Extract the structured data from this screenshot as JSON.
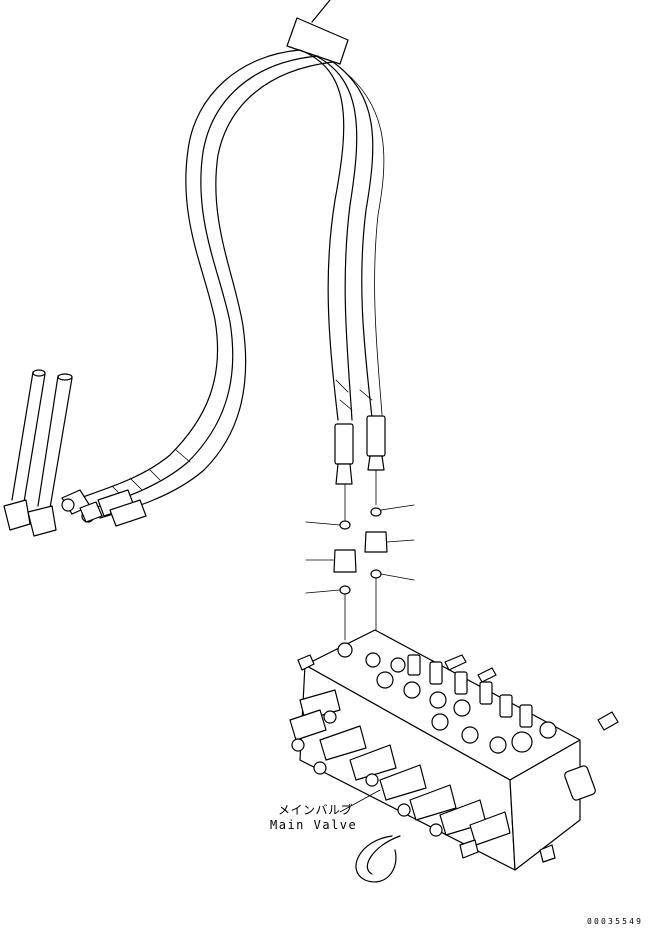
{
  "labels": {
    "part_name_jp": "メインバルブ",
    "part_name_en": "Main Valve",
    "drawing_number": "00035549"
  },
  "colors": {
    "line": "#000000",
    "background": "#ffffff"
  }
}
